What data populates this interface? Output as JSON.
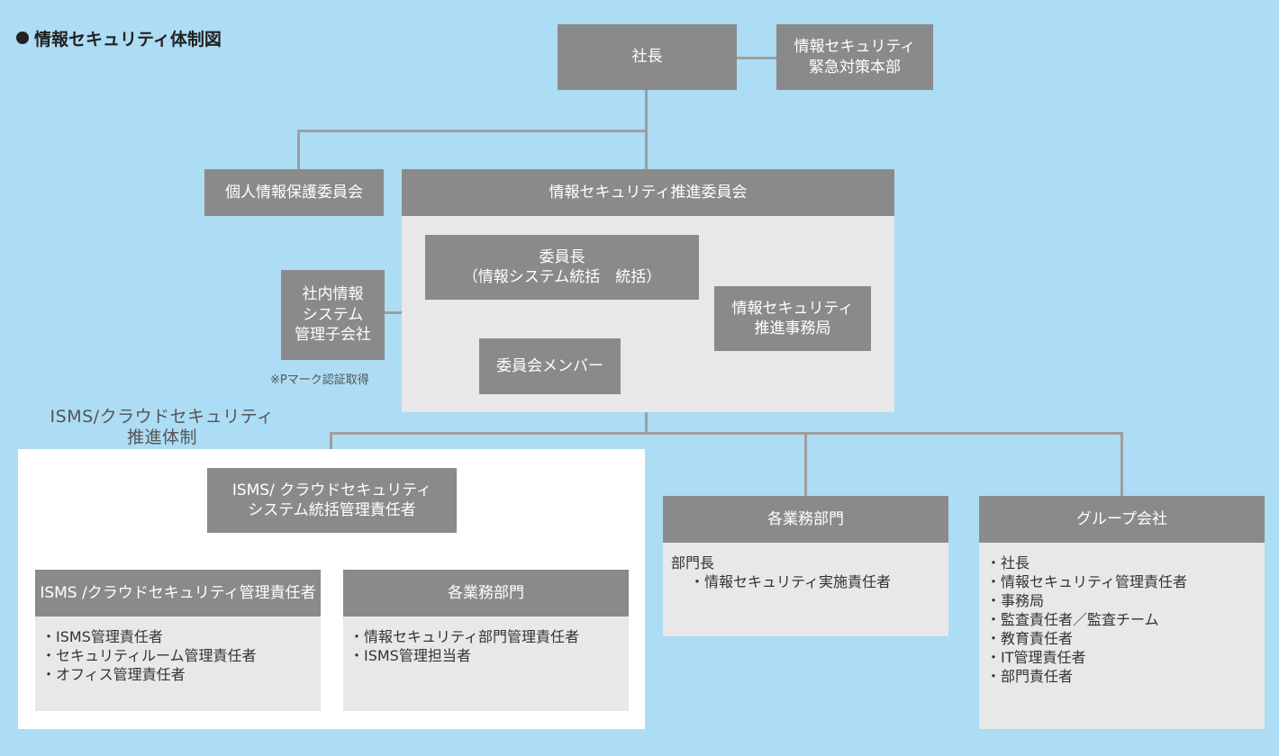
{
  "title": "情報セキュリティ体制図",
  "boxes": {
    "president": "社長",
    "emergency_hq": "情報セキュリティ\n緊急対策本部",
    "privacy_committee": "個人情報保護委員会",
    "promotion_committee": "情報セキュリティ推進委員会",
    "chairman": "委員長\n（情報システム統括　統括）",
    "secretariat": "情報セキュリティ\n推進事務局",
    "members": "委員会メンバー",
    "subsidiary": "社内情報\nシステム\n管理子会社",
    "isms_chief": "ISMS/ クラウドセキュリティ\nシステム統括管理責任者",
    "isms_manager": "ISMS /クラウドセキュリティ管理責任者",
    "isms_dept": "各業務部門",
    "business_dept": "各業務部門",
    "group_company": "グループ会社"
  },
  "subsidiary_note": "※Pマーク認証取得",
  "isms_label": "ISMS/クラウドセキュリティ\n推進体制",
  "isms_manager_items": [
    "・ISMS管理責任者",
    "・セキュリティルーム管理責任者",
    "・オフィス管理責任者"
  ],
  "isms_dept_items": [
    "・情報セキュリティ部門管理責任者",
    "・ISMS管理担当者"
  ],
  "business_dept_head": "部門長",
  "business_dept_items": [
    "・情報セキュリティ実施責任者"
  ],
  "group_company_items": [
    "・社長",
    "・情報セキュリティ管理責任者",
    "・事務局",
    "・監査責任者／監査チーム",
    "・教育責任者",
    "・IT管理責任者",
    "・部門責任者"
  ]
}
